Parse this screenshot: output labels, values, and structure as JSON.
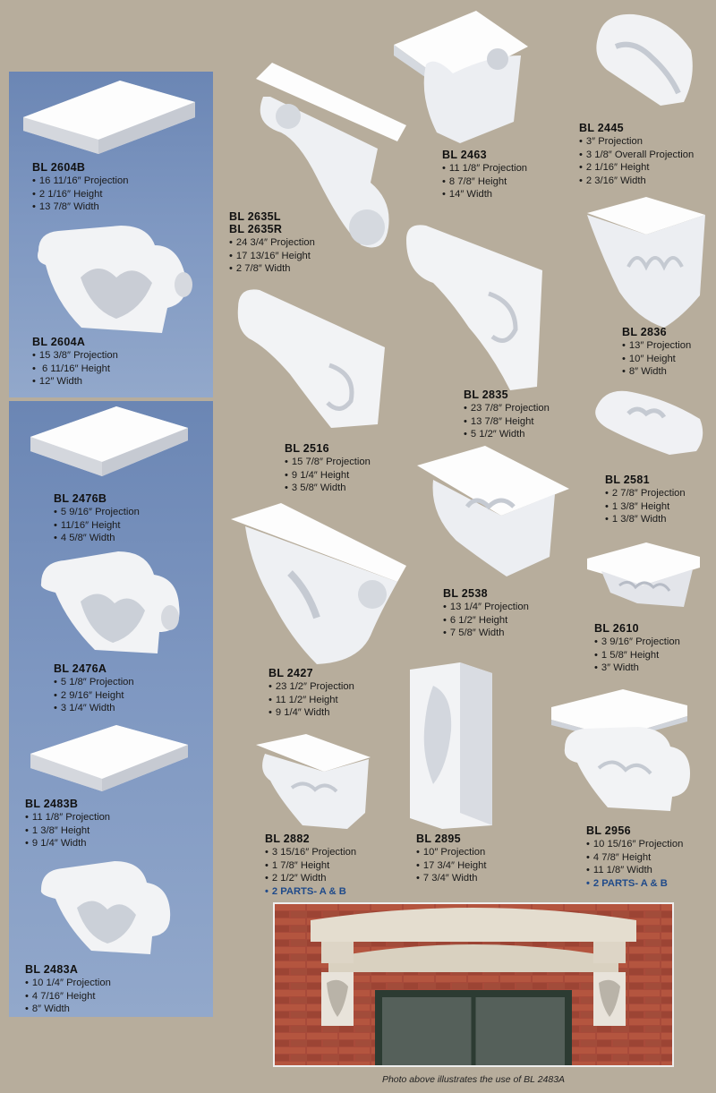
{
  "products": [
    {
      "model": "BL 2604B",
      "specs": [
        "16 11/16″ Projection",
        "2 1/16″ Height",
        "13 7/8″ Width"
      ]
    },
    {
      "model": "BL 2604A",
      "specs": [
        "15 3/8″ Projection",
        " 6 11/16″ Height",
        "12″ Width"
      ]
    },
    {
      "model": "BL 2476B",
      "specs": [
        "5 9/16″ Projection",
        "11/16″ Height",
        "4 5/8″ Width"
      ]
    },
    {
      "model": "BL 2476A",
      "specs": [
        "5 1/8″ Projection",
        "2 9/16″ Height",
        "3 1/4″ Width"
      ]
    },
    {
      "model": "BL 2483B",
      "specs": [
        "11 1/8″ Projection",
        "1 3/8″ Height",
        "9 1/4″ Width"
      ]
    },
    {
      "model": "BL 2483A",
      "specs": [
        "10 1/4″ Projection",
        "4 7/16″ Height",
        "8″ Width"
      ]
    },
    {
      "model": "BL 2635L",
      "model2": "BL 2635R",
      "specs": [
        "24 3/4″ Projection",
        "17 13/16″ Height",
        "2 7/8″ Width"
      ]
    },
    {
      "model": "BL 2463",
      "specs": [
        "11 1/8″ Projection",
        "8 7/8″ Height",
        "14″ Width"
      ]
    },
    {
      "model": "BL 2445",
      "specs": [
        "3″ Projection",
        "3 1/8″ Overall Projection",
        "2 1/16″ Height",
        "2 3/16″ Width"
      ]
    },
    {
      "model": "BL 2836",
      "specs": [
        "13″ Projection",
        "10″ Height",
        "8″ Width"
      ]
    },
    {
      "model": "BL 2835",
      "specs": [
        "23 7/8″ Projection",
        "13 7/8″ Height",
        "5 1/2″ Width"
      ]
    },
    {
      "model": "BL 2516",
      "specs": [
        "15 7/8″ Projection",
        "9 1/4″ Height",
        "3 5/8″ Width"
      ]
    },
    {
      "model": "BL 2581",
      "specs": [
        "2 7/8″ Projection",
        "1 3/8″ Height",
        "1 3/8″ Width"
      ]
    },
    {
      "model": "BL 2538",
      "specs": [
        "13 1/4″ Projection",
        "6 1/2″ Height",
        "7 5/8″ Width"
      ]
    },
    {
      "model": "BL 2610",
      "specs": [
        "3 9/16″ Projection",
        "1 5/8″ Height",
        "3″ Width"
      ]
    },
    {
      "model": "BL 2427",
      "specs": [
        "23 1/2″ Projection",
        "11 1/2″ Height",
        "9 1/4″ Width"
      ]
    },
    {
      "model": "BL 2882",
      "specs": [
        "3 15/16″ Projection",
        "1 7/8″ Height",
        "2 1/2″ Width"
      ],
      "note": "2 PARTS- A & B"
    },
    {
      "model": "BL 2895",
      "specs": [
        "10″ Projection",
        "17 3/4″ Height",
        "7 3/4″ Width"
      ]
    },
    {
      "model": "BL 2956",
      "specs": [
        "10 15/16″ Projection",
        "4 7/8″ Height",
        "11 1/8″ Width"
      ],
      "note": "2 PARTS- A & B"
    }
  ],
  "photo_caption": "Photo above illustrates the use of BL 2483A",
  "colors": {
    "background": "#b7ad9c",
    "panel_blue": "#7e97c1",
    "note_blue": "#1f4a8a",
    "brick": "#a84a3a"
  }
}
